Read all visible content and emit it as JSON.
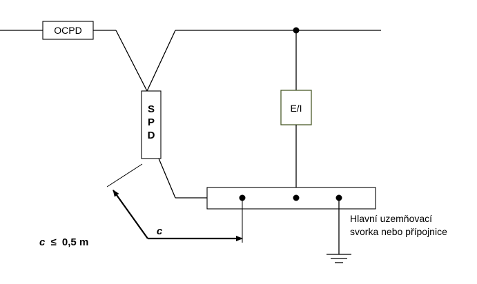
{
  "labels": {
    "ocpd": "OCPD",
    "spd_letters": [
      "S",
      "P",
      "D"
    ],
    "ei": "E/I",
    "c_arrow": "c",
    "terminal_line1": "Hlavní uzemňovací",
    "terminal_line2": "svorka nebo přípojnice",
    "c_var": "c",
    "condition_op": "≤",
    "condition_value": "0,5 m"
  }
}
